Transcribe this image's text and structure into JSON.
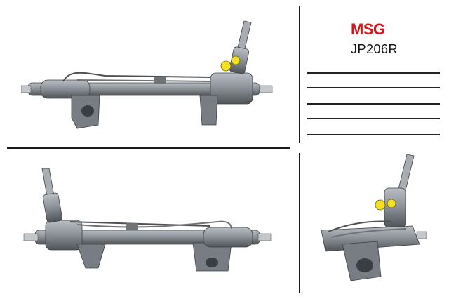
{
  "brand": {
    "name": "MSG",
    "color": "#d7141a"
  },
  "part": {
    "number": "JP206R"
  },
  "views": [
    {
      "name": "top-view",
      "icon": "steering-rack-front-view"
    },
    {
      "name": "bottom-left-view",
      "icon": "steering-rack-rear-view"
    },
    {
      "name": "bottom-right-view",
      "icon": "steering-rack-angle-view"
    }
  ],
  "form": {
    "blank_lines": 5
  },
  "colors": {
    "metal": "#8e9499",
    "metal_dark": "#5d6368",
    "yellow_cap": "#f3e021",
    "divider": "#1a1a1a"
  }
}
